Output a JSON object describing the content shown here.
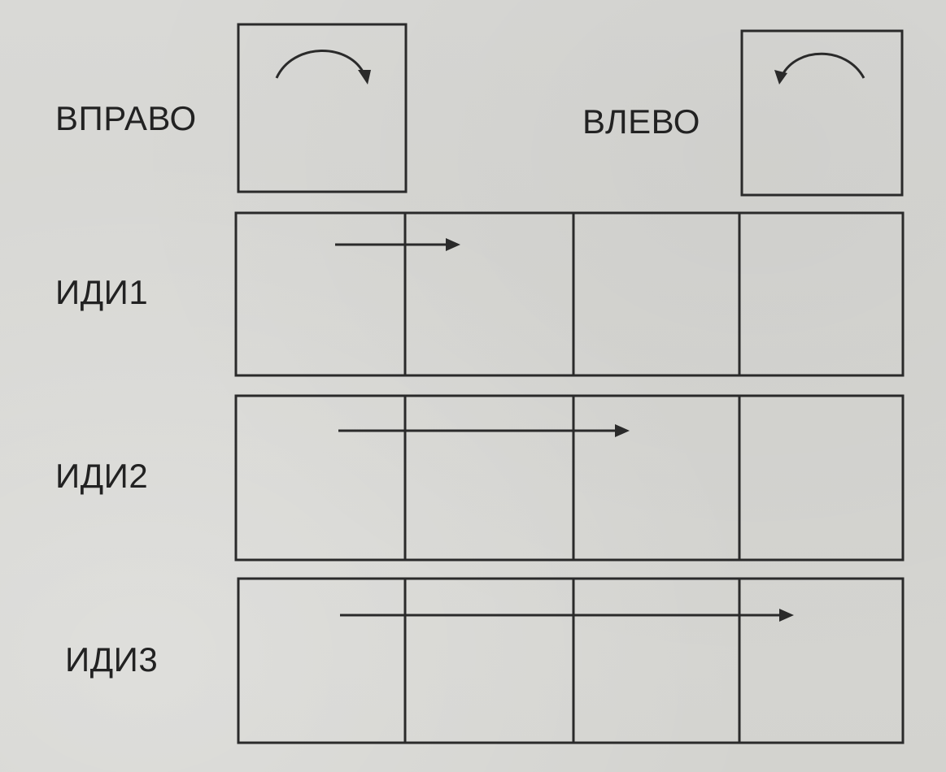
{
  "commands": {
    "right": {
      "label": "ВПРАВО"
    },
    "left": {
      "label": "ВЛЕВО"
    },
    "go1": {
      "label": "ИДИ1",
      "steps": 1
    },
    "go2": {
      "label": "ИДИ2",
      "steps": 2
    },
    "go3": {
      "label": "ИДИ3",
      "steps": 3
    }
  },
  "colors": {
    "ink": "#2a2a2a",
    "ghost": "#6f6f6a",
    "paper": "#d6d6d2"
  },
  "icons": {
    "turtle": "turtle-icon",
    "turn_arrow": "curved-arrow-icon",
    "move_arrow": "straight-arrow-icon"
  }
}
